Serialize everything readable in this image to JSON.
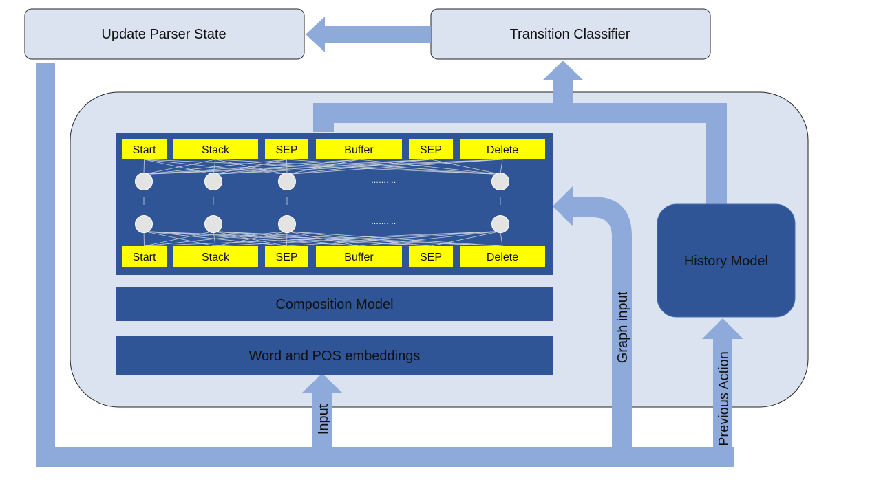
{
  "colors": {
    "box_light": "#dbe3f1",
    "box_dark": "#2f5597",
    "arrow": "#8eaadb",
    "token": "#ffff00",
    "node": "#e3e3e3",
    "text": "#111111"
  },
  "top_boxes": {
    "update_parser_state": "Update Parser State",
    "transition_classifier": "Transition Classifier"
  },
  "encoder": {
    "top_tokens": [
      "Start",
      "Stack",
      "SEP",
      "Buffer",
      "SEP",
      "Delete"
    ],
    "bottom_tokens": [
      "Start",
      "Stack",
      "SEP",
      "Buffer",
      "SEP",
      "Delete"
    ],
    "ellipsis": "……….",
    "composition_model": "Composition Model",
    "embeddings": "Word and POS embeddings"
  },
  "history_model": "History Model",
  "arrow_labels": {
    "input": "Input",
    "graph_input": "Graph input",
    "previous_action": "Previous Action"
  }
}
